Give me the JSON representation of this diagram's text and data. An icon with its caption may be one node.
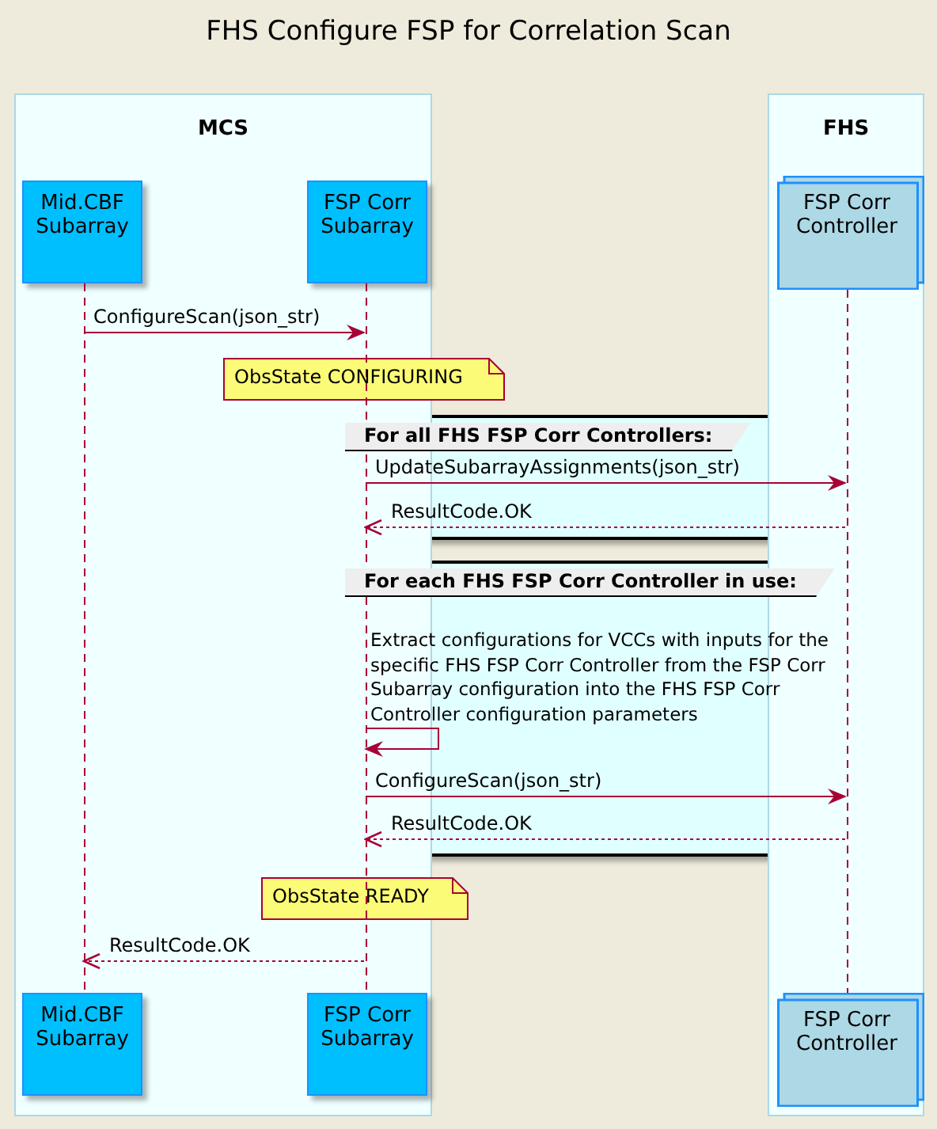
{
  "diagram": {
    "title": "FHS Configure FSP for Correlation Scan",
    "nodes": [
      {
        "text": [
          "MCS"
        ]
      },
      {
        "text": [
          "FHS"
        ]
      },
      {
        "text": [
          "Mid.CBF Subarray"
        ],
        "in": 0
      },
      {
        "text": [
          "FSP Corr Subarray"
        ],
        "in": 0
      },
      {
        "text": [
          "FSP Corr Controller"
        ],
        "in": 1
      },
      {
        "text": [
          "Mid.CBF Subarray"
        ],
        "in": 0
      },
      {
        "text": [
          "FSP Corr Subarray"
        ],
        "in": 0
      },
      {
        "text": [
          "FSP Corr Controller"
        ],
        "in": 1
      },
      {
        "text": [
          "ObsState CONFIGURING"
        ]
      },
      {
        "text": [
          "ObsState READY"
        ]
      },
      {
        "text": [],
        "shape": "line",
        "in": 0
      },
      {
        "text": [],
        "shape": "line",
        "in": 0
      },
      {
        "text": [],
        "shape": "line",
        "in": 1
      }
    ],
    "edges": [
      {
        "from": 10,
        "to": 11,
        "arrow": "to",
        "label": "ConfigureScan(json_str)"
      },
      {
        "from": 11,
        "to": 12,
        "arrow": "to",
        "label": "UpdateSubarrayAssignments(json_str)"
      },
      {
        "from": 12,
        "to": 11,
        "arrow": "to",
        "style": "dashed",
        "label": "ResultCode.OK"
      },
      {
        "from": 11,
        "to": 11,
        "arrow": "to",
        "label": "Extract configurations for VCCs with inputs for the specific FHS FSP Corr Controller from the FSP Corr Subarray configuration into the FHS FSP Corr Controller configuration parameters"
      },
      {
        "from": 11,
        "to": 12,
        "arrow": "to",
        "label": "ConfigureScan(json_str)"
      },
      {
        "from": 12,
        "to": 11,
        "arrow": "to",
        "style": "dashed",
        "label": "ResultCode.OK"
      },
      {
        "from": 11,
        "to": 10,
        "arrow": "to",
        "style": "dashed",
        "label": "ResultCode.OK"
      }
    ],
    "labels": [
      "For all FHS FSP Corr Controllers:",
      "For each FHS FSP Corr Controller in use:"
    ]
  }
}
